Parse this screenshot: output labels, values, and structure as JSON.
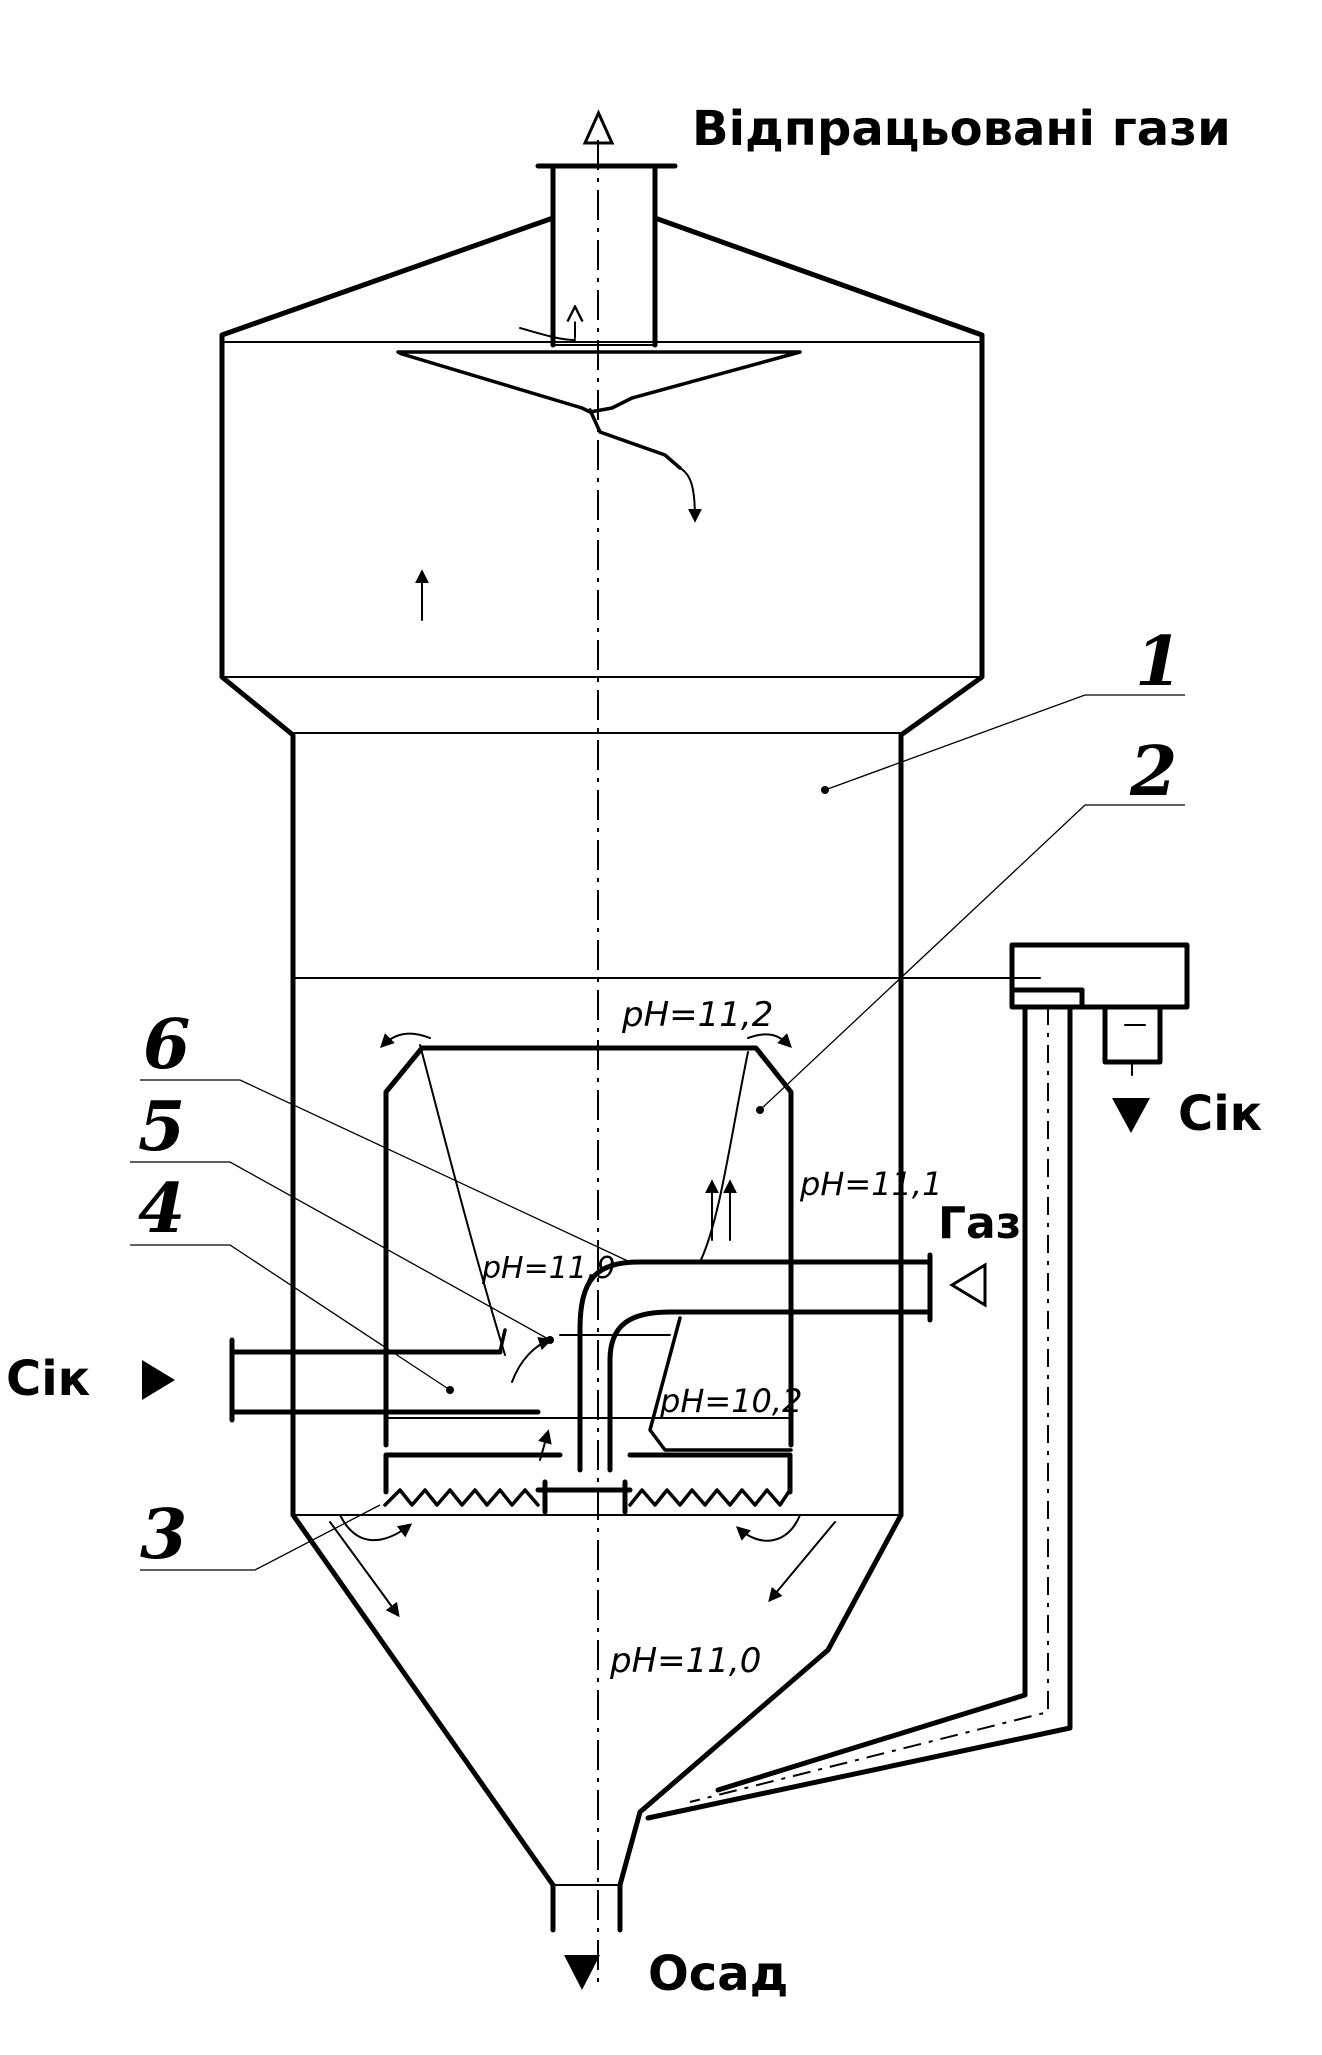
{
  "labels": {
    "exhaust_gases": "Відпрацьовані гази",
    "juice_outlet": "Сік",
    "juice_inlet": "Сік",
    "gas_inlet": "Газ",
    "sediment": "Осад"
  },
  "callouts": [
    "1",
    "2",
    "3",
    "4",
    "5",
    "6"
  ],
  "ph_values": {
    "top": "pH=11,2",
    "right": "pH=11,1",
    "left_inner": "pH=11,9",
    "center_inner": "pH=10,2",
    "cone": "pH=11,0"
  }
}
